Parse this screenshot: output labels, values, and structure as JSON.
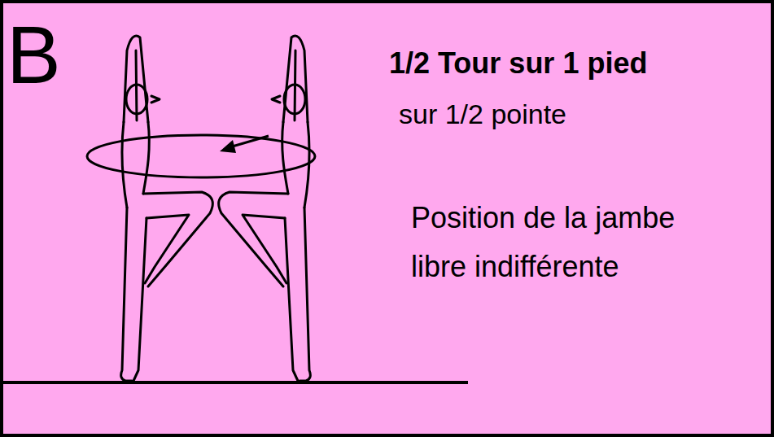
{
  "diagram": {
    "title": "1/2 Tour sur 1 pied",
    "labels": [
      "B",
      "sur 1/2 pointe",
      "Position de la jambe libre indifférente"
    ]
  }
}
